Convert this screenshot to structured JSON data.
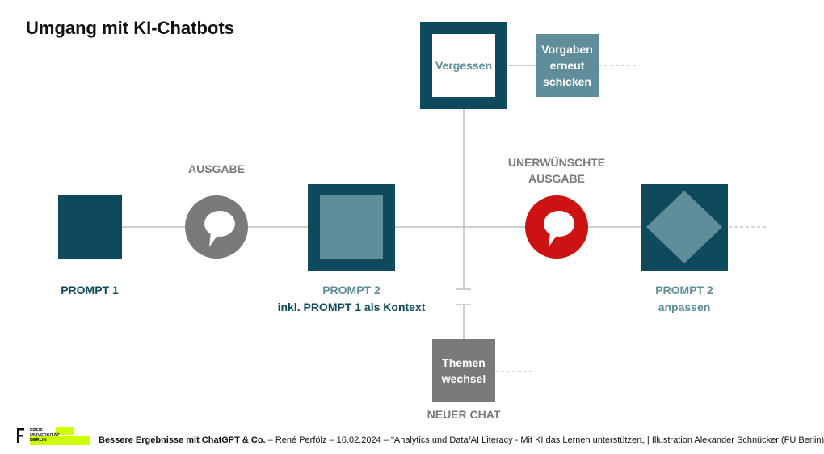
{
  "title": "Umgang mit KI-Chatbots",
  "colors": {
    "dark_teal": "#0f4a5c",
    "light_teal": "#5f8d99",
    "gray": "#7b7979",
    "red": "#cc1212",
    "line": "#bfbfbf",
    "logo_green": "#ccff00"
  },
  "nodes": {
    "prompt1": {
      "label": "PROMPT 1"
    },
    "ausgabe": {
      "label": "AUSGABE"
    },
    "prompt2": {
      "label_line1": "PROMPT 2",
      "label_line2": "inkl. PROMPT 1 als Kontext"
    },
    "unerwuenscht": {
      "label_line1": "UNERWÜNSCHTE",
      "label_line2": "AUSGABE"
    },
    "prompt2_anpassen": {
      "label_line1": "PROMPT 2",
      "label_line2": "anpassen"
    },
    "vergessen": {
      "label": "Vergessen"
    },
    "vorgaben": {
      "line1": "Vorgaben",
      "line2": "erneut",
      "line3": "schicken"
    },
    "themen": {
      "line1": "Themen",
      "line2": "wechsel",
      "caption": "NEUER CHAT"
    }
  },
  "logo": {
    "line1": "FREIE",
    "line2": "UNIVERSITÄT",
    "line3": "BERLIN"
  },
  "footer": {
    "bold": "Bessere Ergebnisse mit ChatGPT & Co.",
    "rest": " – René Perfölz – 16.02.2024 – \"Analytics und Data/AI Literacy - Mit KI das Lernen unterstützen„ | Illustration Alexander Schnücker (FU Berlin)"
  }
}
